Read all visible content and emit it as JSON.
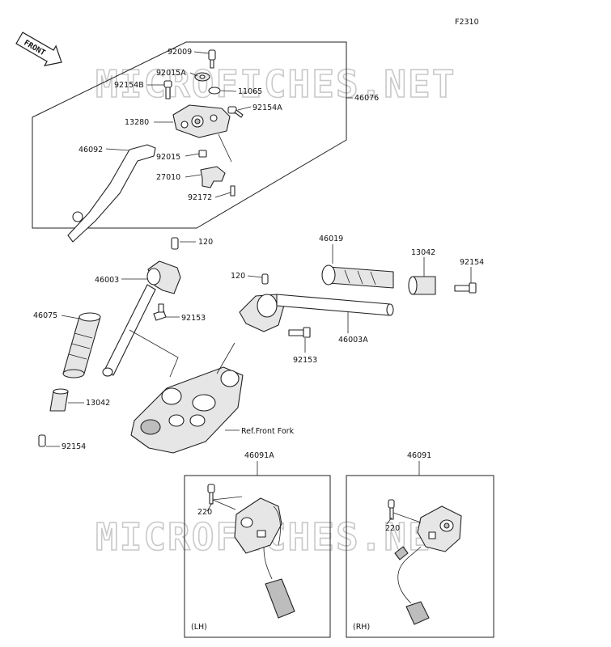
{
  "diagram": {
    "code": "F2310",
    "front_badge": "FRONT",
    "watermark": "MICROFICHES.NET",
    "ref_note": "Ref.Front Fork",
    "side_labels": {
      "lh": "(LH)",
      "rh": "(RH)"
    }
  },
  "part_labels": {
    "p92009": "92009",
    "p92015A": "92015A",
    "p92154B": "92154B",
    "p11065": "11065",
    "p92154A": "92154A",
    "p46076": "46076",
    "p13280": "13280",
    "p46092": "46092",
    "p92015": "92015",
    "p27010": "27010",
    "p92172": "92172",
    "p120a": "120",
    "p46003": "46003",
    "p92153a": "92153",
    "p120b": "120",
    "p46019": "46019",
    "p13042a": "13042",
    "p92154a": "92154",
    "p46003A": "46003A",
    "p92153b": "92153",
    "p46075": "46075",
    "p13042b": "13042",
    "p92154b": "92154",
    "p46091A": "46091A",
    "p220a": "220",
    "p46091": "46091",
    "p220b": "220"
  }
}
